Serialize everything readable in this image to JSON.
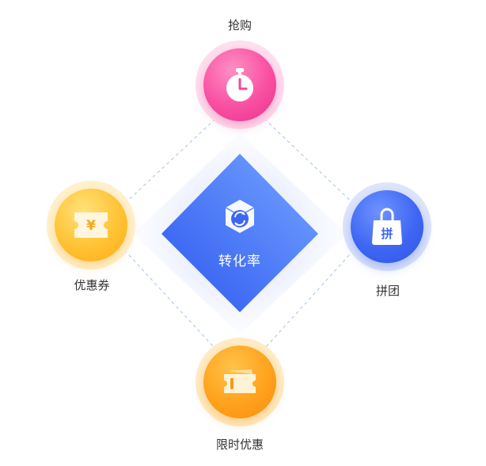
{
  "center": {
    "label": "转化率",
    "icon": "refresh-box-icon"
  },
  "nodes": {
    "top": {
      "label": "抢购",
      "icon": "stopwatch-icon",
      "color": "#f94fa2"
    },
    "left": {
      "label": "优惠券",
      "icon": "yen-ticket-icon",
      "color": "#ffc233"
    },
    "right": {
      "label": "拼团",
      "icon": "shopping-bag-icon",
      "icon_text": "拼",
      "color": "#3f66f3"
    },
    "bottom": {
      "label": "限时优惠",
      "icon": "ticket-icon",
      "color": "#ffa21c"
    }
  },
  "colors": {
    "center_gradient_start": "#2f59f2",
    "center_gradient_end": "#6fa0ff",
    "connector": "#a9bff2"
  }
}
